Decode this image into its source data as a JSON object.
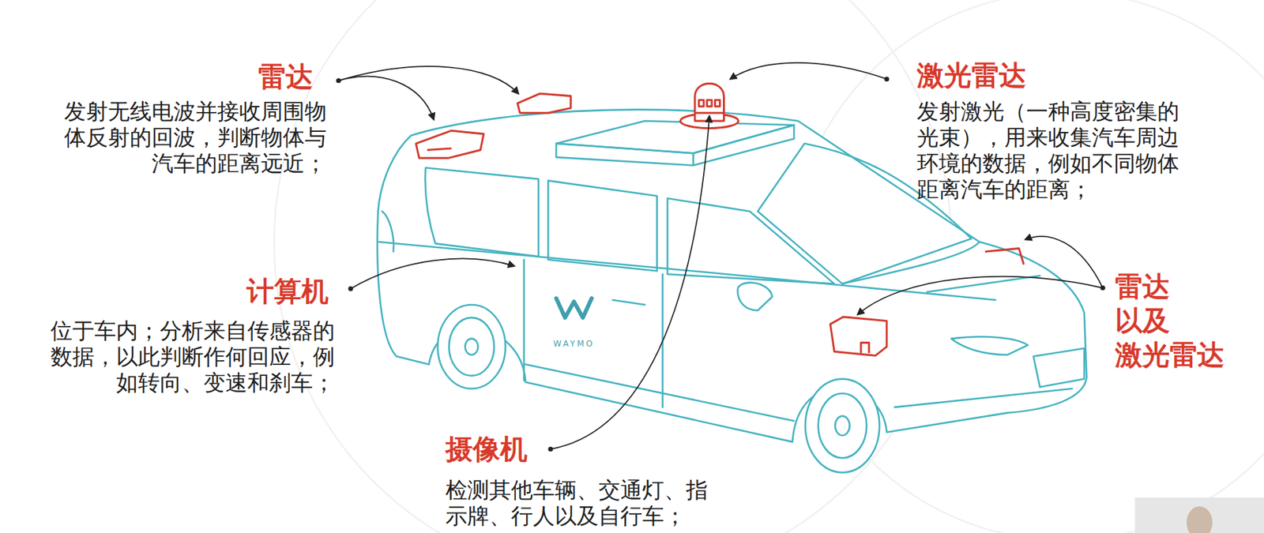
{
  "diagram": {
    "labels": [
      "雷达",
      "发射无线电波并接收周围物体反射的回波，判断物体与汽车的距离远近；",
      "激光雷达",
      "发射激光（一种高度密集的光束），用来收集汽车周边环境的数据，例如不同物体距离汽车的距离；",
      "计算机",
      "位于车内；分析来自传感器的数据，以此判断作何回应，例如转向、变速和刹车；",
      "WAYMO",
      "雷达 以及 激光雷达",
      "摄像机",
      "检测其他车辆、交通灯、指示牌、行人以及自行车；"
    ]
  }
}
